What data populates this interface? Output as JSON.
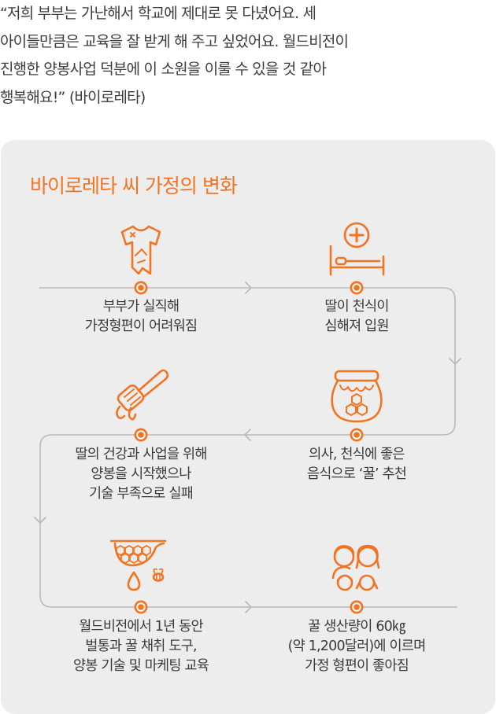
{
  "quote": {
    "lines": [
      "“저희 부부는 가난해서 학교에 제대로 못 다녔어요. 세",
      "아이들만큼은 교육을 잘 받게 해 주고 싶었어요. 월드비전이",
      "진행한 양봉사업 덕분에 이 소원을 이룰 수 있을 것 같아",
      "행복해요!” (바이로레타)"
    ]
  },
  "panel": {
    "title": "바이로레타 씨 가정의 변화",
    "accent_color": "#f37321",
    "line_color": "#b9b9b9",
    "steps": [
      {
        "icon": "torn-shirt-icon",
        "lines": [
          "부부가 실직해",
          "가정형편이 어려워짐"
        ]
      },
      {
        "icon": "hospital-bed-icon",
        "lines": [
          "딸이 천식이",
          "심해져 입원"
        ]
      },
      {
        "icon": "honey-jar-icon",
        "lines": [
          "의사, 천식에 좋은",
          "음식으로 ‘꿀’ 추천"
        ]
      },
      {
        "icon": "honey-dipper-icon",
        "lines": [
          "딸의 건강과 사업을 위해",
          "양봉을 시작했으나",
          "기술 부족으로 실패"
        ]
      },
      {
        "icon": "honeycomb-bee-icon",
        "lines": [
          "월드비전에서 1년 동안",
          "벌통과 꿀 채취 도구,",
          "양봉 기술 및 마케팅 교육"
        ]
      },
      {
        "icon": "family-icon",
        "lines": [
          "꿀 생산량이 60㎏",
          "(약 1,200달러)에 이르며",
          "가정 형편이 좋아짐"
        ]
      }
    ]
  }
}
